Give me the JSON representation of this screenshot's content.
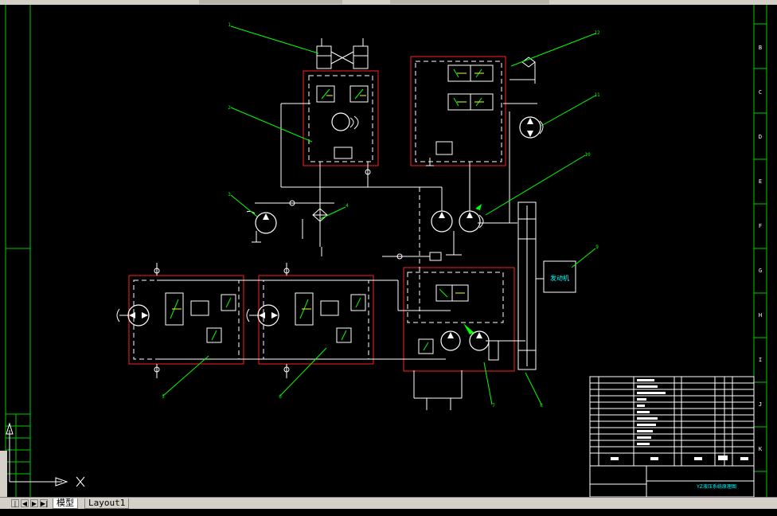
{
  "tabs": [
    "模型",
    "Layout1"
  ],
  "border_rows": [
    "B",
    "C",
    "D",
    "E",
    "F",
    "G",
    "H",
    "I",
    "J",
    "K"
  ],
  "callouts": [
    "1",
    "2",
    "3",
    "4",
    "5",
    "6",
    "7",
    "8",
    "9",
    "10",
    "11",
    "12"
  ],
  "engine_label": "发动机",
  "titleblock_caption": "YZ液压系统原理图",
  "colors": {
    "line": "#ffffff",
    "callout": "#00ff00",
    "frame": "#ff2020",
    "accent": "#ffff00",
    "cyan": "#00ffff",
    "border": "#00cc00"
  }
}
